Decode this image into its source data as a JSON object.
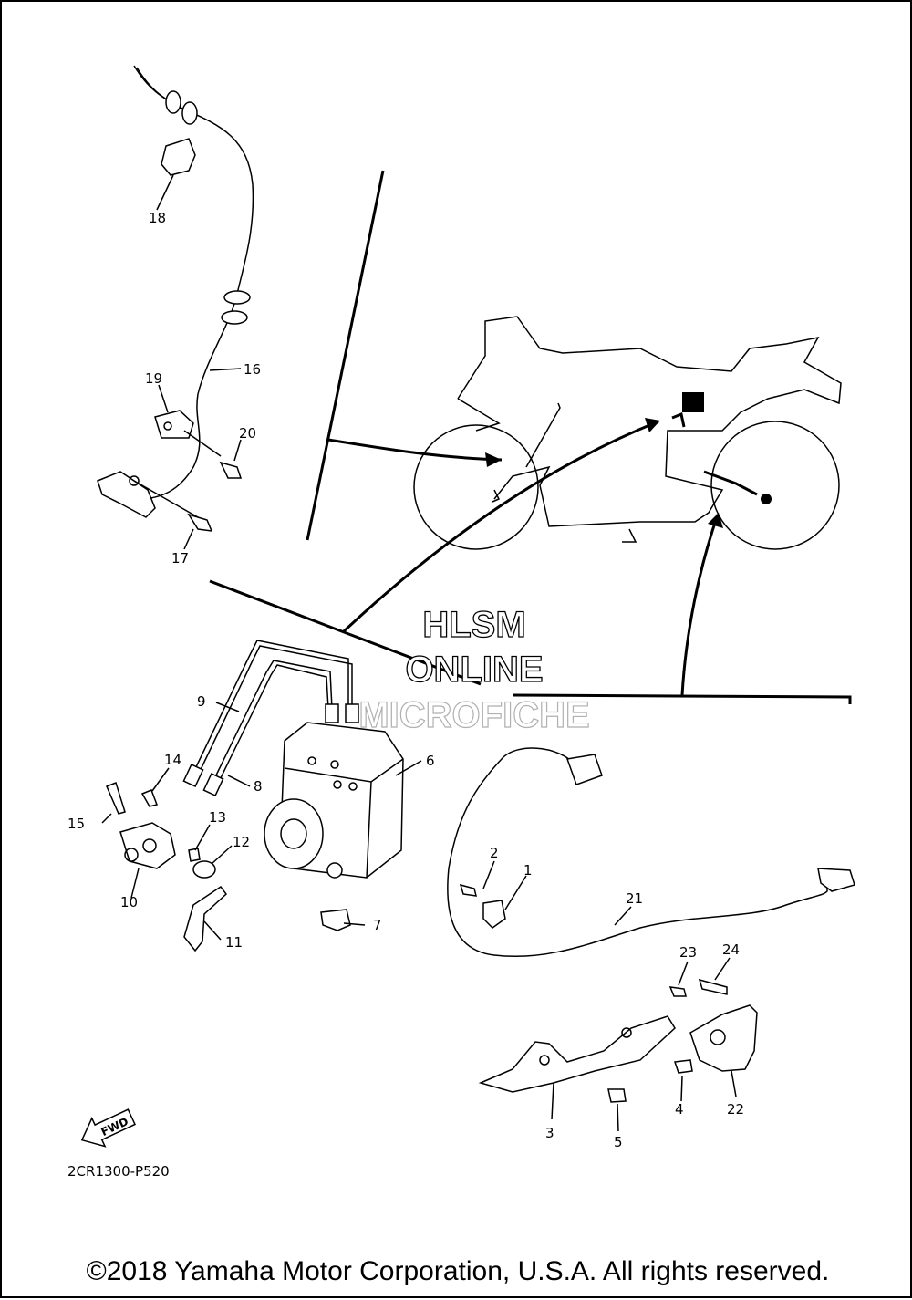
{
  "diagram_id": "2CR1300-P520",
  "fwd_label": "FWD",
  "watermark": {
    "line1": "HLSM",
    "line2": "ONLINE",
    "line3": "MICROFICHE"
  },
  "copyright": "©2018 Yamaha Motor Corporation, U.S.A. All rights reserved.",
  "callouts": {
    "c1": "1",
    "c2": "2",
    "c3": "3",
    "c4": "4",
    "c5": "5",
    "c6": "6",
    "c7": "7",
    "c8": "8",
    "c9": "9",
    "c10": "10",
    "c11": "11",
    "c12": "12",
    "c13": "13",
    "c14": "14",
    "c15": "15",
    "c16": "16",
    "c17": "17",
    "c18": "18",
    "c19": "19",
    "c20": "20",
    "c21": "21",
    "c22": "22",
    "c23": "23",
    "c24": "24"
  }
}
